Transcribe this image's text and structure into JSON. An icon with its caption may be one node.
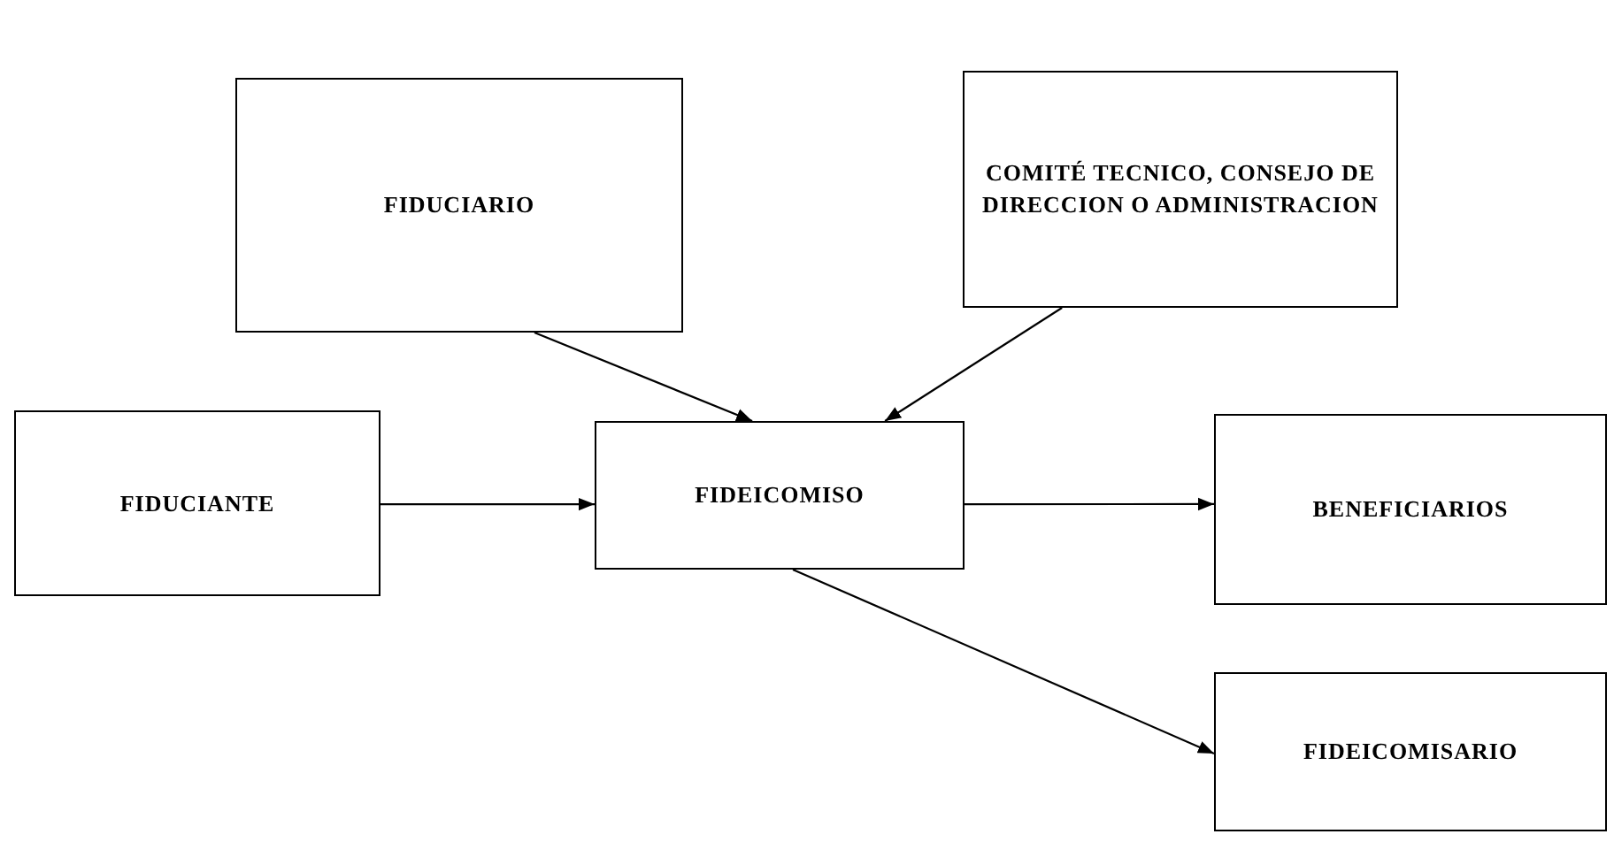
{
  "diagram": {
    "nodes": [
      {
        "text": [
          "FIDUCIARIO"
        ]
      },
      {
        "text": [
          "COMITÉ TECNICO, CONSEJO DE DIRECCION O ADMINISTRACION"
        ]
      },
      {
        "text": [
          "FIDUCIANTE"
        ]
      },
      {
        "text": [
          "FIDEICOMISO"
        ]
      },
      {
        "text": [
          "BENEFICIARIOS"
        ]
      },
      {
        "text": [
          "FIDEICOMISARIO"
        ]
      }
    ],
    "edges": [
      {
        "from": 0,
        "to": 3,
        "arrow": "to"
      },
      {
        "from": 1,
        "to": 3,
        "arrow": "to"
      },
      {
        "from": 2,
        "to": 3,
        "arrow": "to"
      },
      {
        "from": 3,
        "to": 4,
        "arrow": "to"
      },
      {
        "from": 3,
        "to": 5,
        "arrow": "to"
      }
    ]
  }
}
